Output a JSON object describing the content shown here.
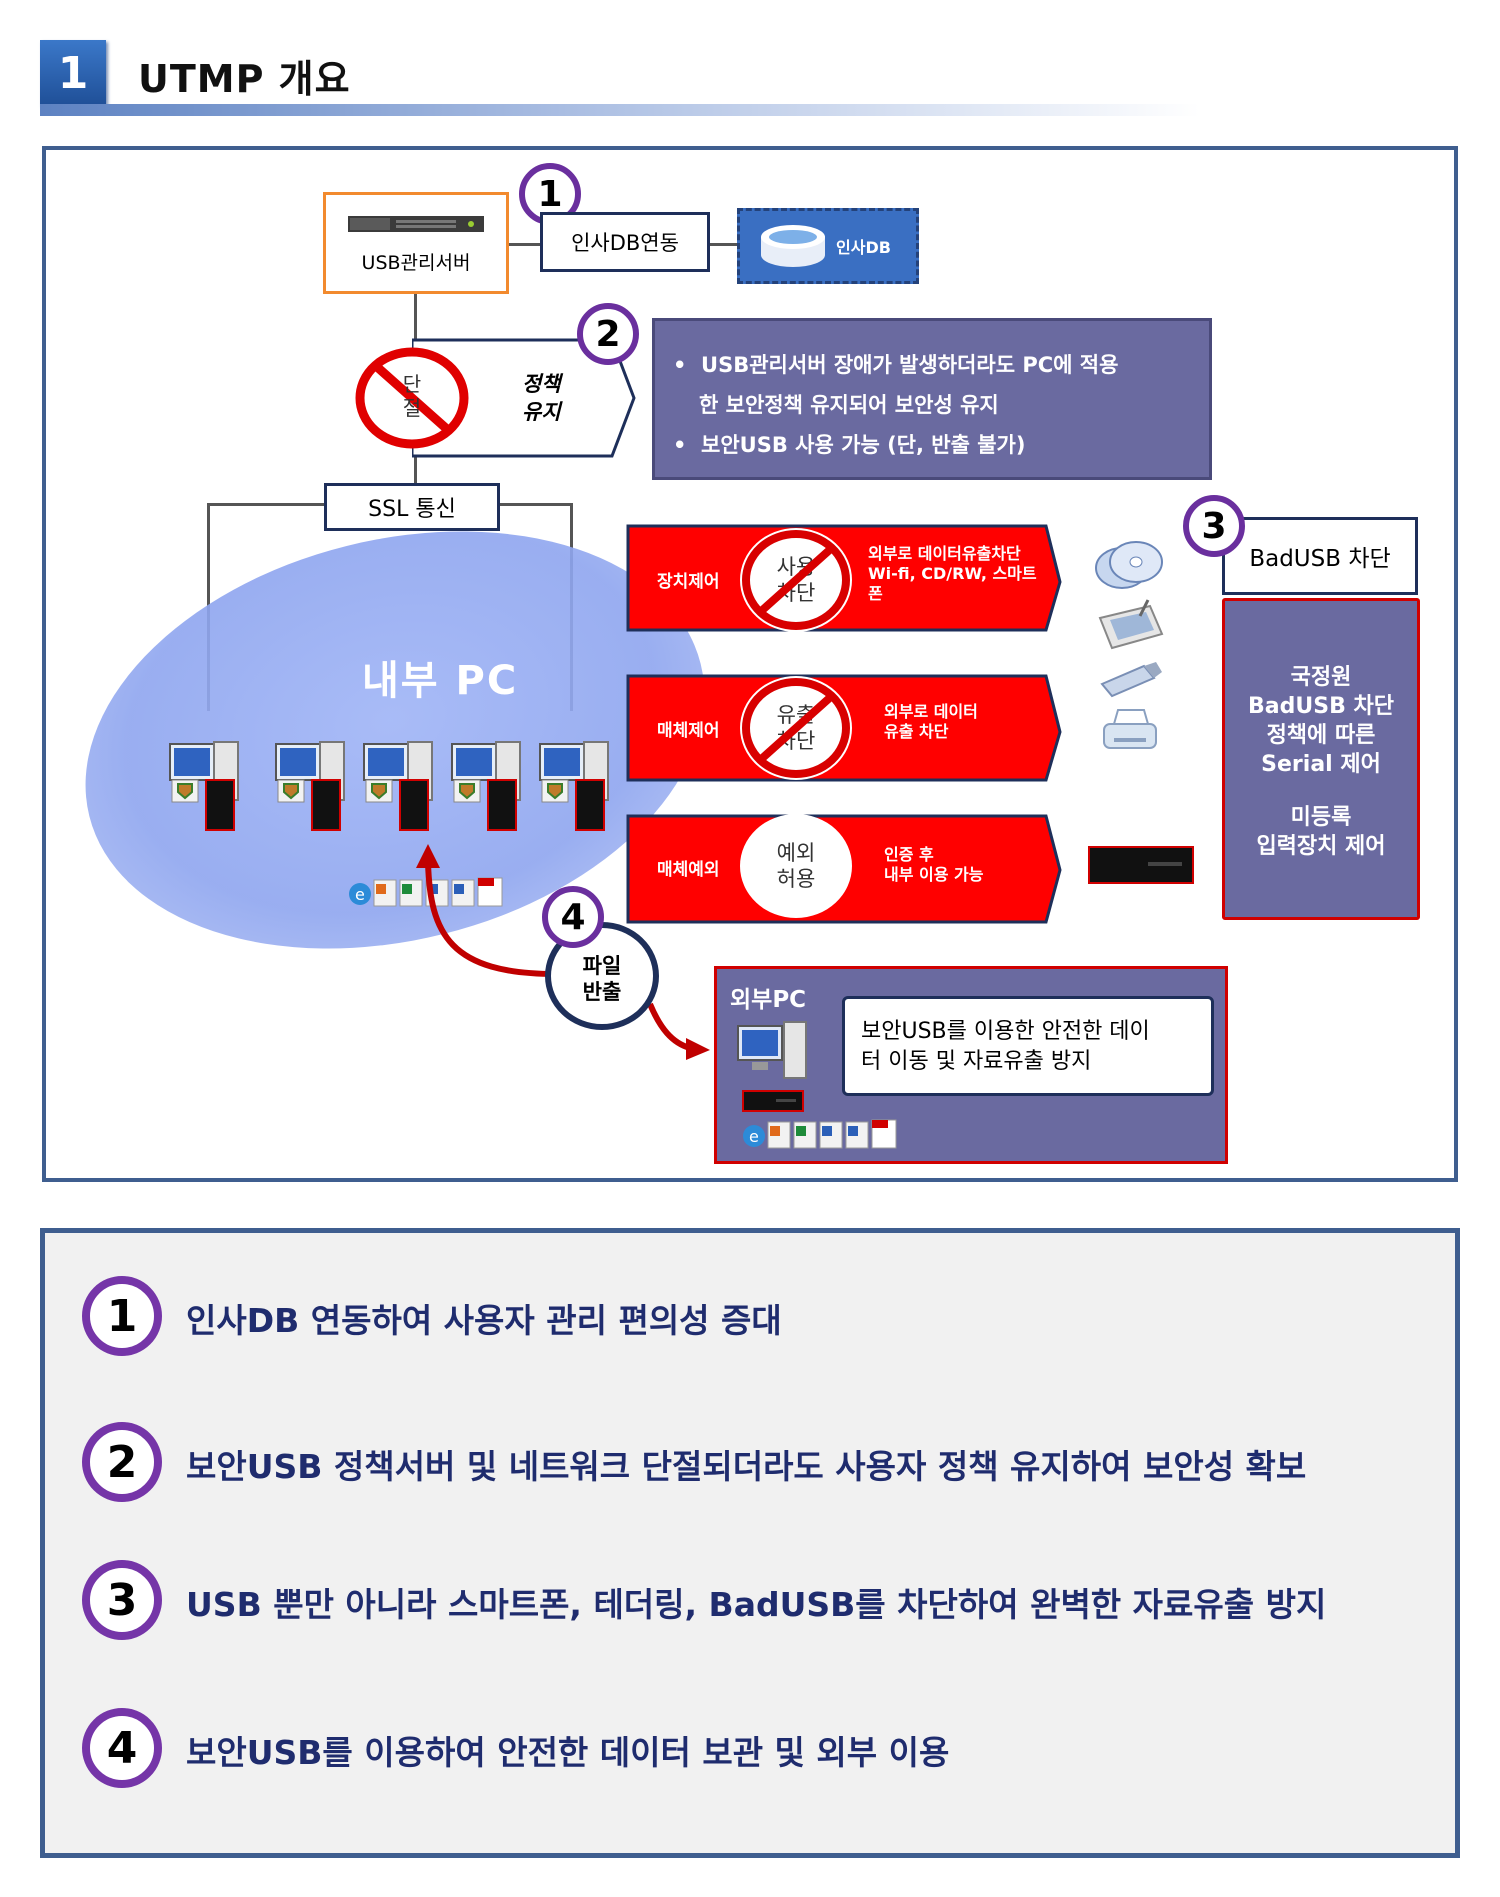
{
  "header": {
    "number": "1",
    "title": "UTMP 개요"
  },
  "diagram": {
    "server": {
      "label": "USB관리서버"
    },
    "db_link": {
      "label": "인사DB연동"
    },
    "db": {
      "label": "인사DB"
    },
    "policy": {
      "cut_label": "단절",
      "keep_label_1": "정책",
      "keep_label_2": "유지"
    },
    "info_box": {
      "bullet_1_line_1": "USB관리서버 장애가 발생하더라도 PC에 적용",
      "bullet_1_line_2": "한 보안정책 유지되어 보안성 유지",
      "bullet_2": "보안USB 사용 가능 (단, 반출 불가)"
    },
    "ssl": {
      "label": "SSL 통신"
    },
    "internal_pc": {
      "label": "내부 PC"
    },
    "banners": [
      {
        "label": "장치제어",
        "circle_1": "사용",
        "circle_2": "차단",
        "text_1": "외부로 데이터유출차단",
        "text_2": "Wi-fi, CD/RW, 스마트",
        "text_3": "폰"
      },
      {
        "label": "매체제어",
        "circle_1": "유출",
        "circle_2": "차단",
        "text_1": "외부로 데이터",
        "text_2": "유출 차단"
      },
      {
        "label": "매체예외",
        "circle_1": "예외",
        "circle_2": "허용",
        "text_1": "인증 후",
        "text_2": "내부 이용 가능"
      }
    ],
    "badusb": {
      "title": "BadUSB 차단",
      "line_1": "국정원",
      "line_2": "BadUSB 차단",
      "line_3": "정책에 따른",
      "line_4": "Serial 제어",
      "line_5": "미등록",
      "line_6": "입력장치 제어"
    },
    "export": {
      "line_1": "파일",
      "line_2": "반출"
    },
    "external_pc": {
      "title": "외부PC",
      "text_1": "보안USB를 이용한 안전한 데이",
      "text_2": "터 이동 및 자료유출 방지"
    },
    "markers": [
      "1",
      "2",
      "3",
      "4"
    ]
  },
  "list": [
    {
      "num": "1",
      "text": "인사DB 연동하여 사용자 관리 편의성 증대"
    },
    {
      "num": "2",
      "text": "보안USB 정책서버 및 네트워크 단절되더라도 사용자 정책 유지하여 보안성 확보"
    },
    {
      "num": "3",
      "text": "USB 뿐만 아니라 스마트폰, 테더링, BadUSB를 차단하여 완벽한 자료유출 방지"
    },
    {
      "num": "4",
      "text": "보안USB를 이용하여 안전한 데이터 보관 및 외부 이용"
    }
  ],
  "colors": {
    "frame": "#3f5e8f",
    "marker": "#6a2f9e",
    "banner": "#ff0000",
    "panel": "#6a6aa0",
    "server_border": "#f28a2e",
    "ellipse": "#8fa8f0",
    "list_text": "#1f2c6e"
  }
}
